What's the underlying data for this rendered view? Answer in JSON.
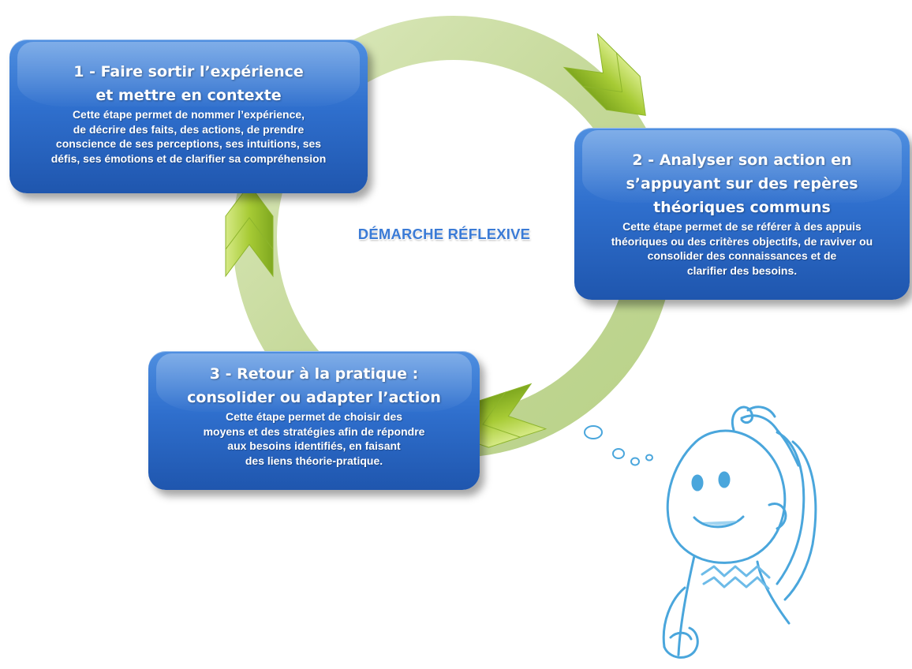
{
  "center_label": "DÉMARCHE RÉFLEXIVE",
  "steps": [
    {
      "title_lines": [
        "1 -  Faire sortir l’expérience",
        "et mettre en contexte"
      ],
      "desc_lines": [
        "Cette étape permet  de nommer l’expérience,",
        "de décrire des faits, des actions, de prendre",
        "conscience de ses perceptions, ses intuitions, ses",
        "défis, ses émotions  et de clarifier sa compréhension"
      ]
    },
    {
      "title_lines": [
        "2 -  Analyser son action en",
        "s’appuyant sur des repères",
        "théoriques communs"
      ],
      "desc_lines": [
        "Cette étape permet de se référer à des appuis",
        "théoriques ou des critères objectifs, de raviver ou",
        "consolider des connaissances  et de",
        "clarifier des besoins."
      ]
    },
    {
      "title_lines": [
        "3 -  Retour à la pratique :",
        "consolider ou adapter l’action"
      ],
      "desc_lines": [
        "Cette étape permet de choisir des",
        "moyens et des stratégies afin de répondre",
        "aux besoins identifiés, en faisant",
        "des liens théorie-pratique."
      ]
    }
  ],
  "colors": {
    "box_blue": "#2f6fcd",
    "cycle_green": "#c5d99a",
    "arrow_green": "#a9cc3f",
    "label_blue": "#3b7bd6",
    "character_stroke": "#4aa6dc"
  }
}
